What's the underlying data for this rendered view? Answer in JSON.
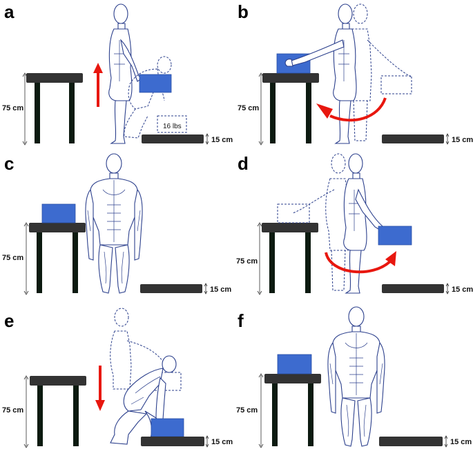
{
  "colors": {
    "box": "#3d6bcf",
    "box_stroke": "#2a4fa6",
    "furniture": "#333333",
    "table_leg": "#0c1a10",
    "arrow": "#e8170f",
    "figure_stroke": "#2b3f8c"
  },
  "panels": [
    {
      "label": "a",
      "table_height": "75 cm",
      "platform_height": "15 cm",
      "weight": "16 lbs",
      "box_position": "hands-mid",
      "arrow": "up-straight",
      "pose": "lifting"
    },
    {
      "label": "b",
      "table_height": "75 cm",
      "platform_height": "15 cm",
      "box_position": "on-table-left",
      "arrow": "curved-left",
      "pose": "turning-reach"
    },
    {
      "label": "c",
      "table_height": "75 cm",
      "platform_height": "15 cm",
      "box_position": "on-table",
      "arrow": "none",
      "pose": "standing"
    },
    {
      "label": "d",
      "table_height": "75 cm",
      "platform_height": "15 cm",
      "box_position": "hands-right",
      "arrow": "curved-right",
      "pose": "turning-reach"
    },
    {
      "label": "e",
      "table_height": "75 cm",
      "platform_height": "15 cm",
      "box_position": "on-platform",
      "arrow": "down-straight",
      "pose": "lowering"
    },
    {
      "label": "f",
      "table_height": "75 cm",
      "platform_height": "15 cm",
      "box_position": "on-table",
      "arrow": "none",
      "pose": "standing"
    }
  ]
}
